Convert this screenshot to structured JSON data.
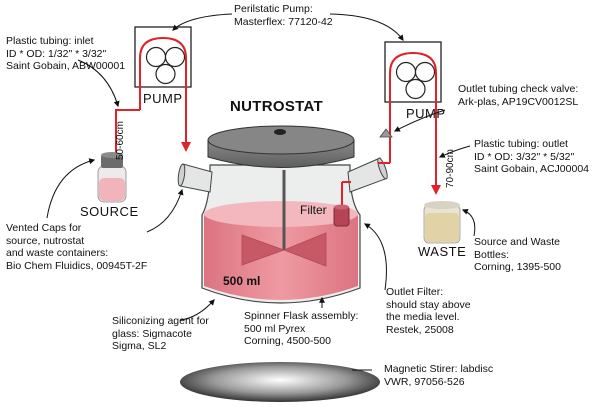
{
  "title": "NUTROSTAT",
  "pump_label_left": "PUMP",
  "pump_label_right": "PUMP",
  "source_label": "SOURCE",
  "waste_label": "WASTE",
  "filter_label": "Filter",
  "volume_label": "500 ml",
  "tube_length_left": "50-60cm",
  "tube_length_right": "70-90cm",
  "annotations": {
    "pump": [
      "Perilstatic Pump:",
      "Masterflex: 77120-42"
    ],
    "tubing_inlet": [
      "Plastic tubing: inlet",
      "ID * OD: 1/32\" * 3/32\"",
      "Saint Gobain, ABW00001"
    ],
    "check_valve": [
      "Outlet tubing check valve:",
      "Ark-plas, AP19CV0012SL"
    ],
    "tubing_outlet": [
      "Plastic tubing: outlet",
      "ID * OD: 3/32\" * 5/32\"",
      "Saint Gobain, ACJ00004"
    ],
    "vented_caps": [
      "Vented Caps for",
      "source, nutrostat",
      "and waste containers:",
      "Bio Chem Fluidics, 00945T-2F"
    ],
    "bottles": [
      "Source and Waste",
      "Bottles:",
      "Corning, 1395-500"
    ],
    "outlet_filter": [
      "Outlet Filter:",
      "should stay above",
      "the media level.",
      "Restek, 25008"
    ],
    "siliconizing": [
      "Siliconizing agent for",
      "glass: Sigmacote",
      "Sigma, SL2"
    ],
    "spinner_flask": [
      "Spinner Flask assembly:",
      "500 ml Pyrex",
      "Corning, 4500-500"
    ],
    "stirrer": [
      "Magnetic Stirer: labdisc",
      "VWR, 97056-526"
    ]
  },
  "colors": {
    "media": "#e98b95",
    "media_dark": "#d56b78",
    "lid": "#707070",
    "lid_top": "#858585",
    "tubing": "#e0222b",
    "glass": "#e9eaea",
    "waste_liquid": "#e2d3a6"
  }
}
